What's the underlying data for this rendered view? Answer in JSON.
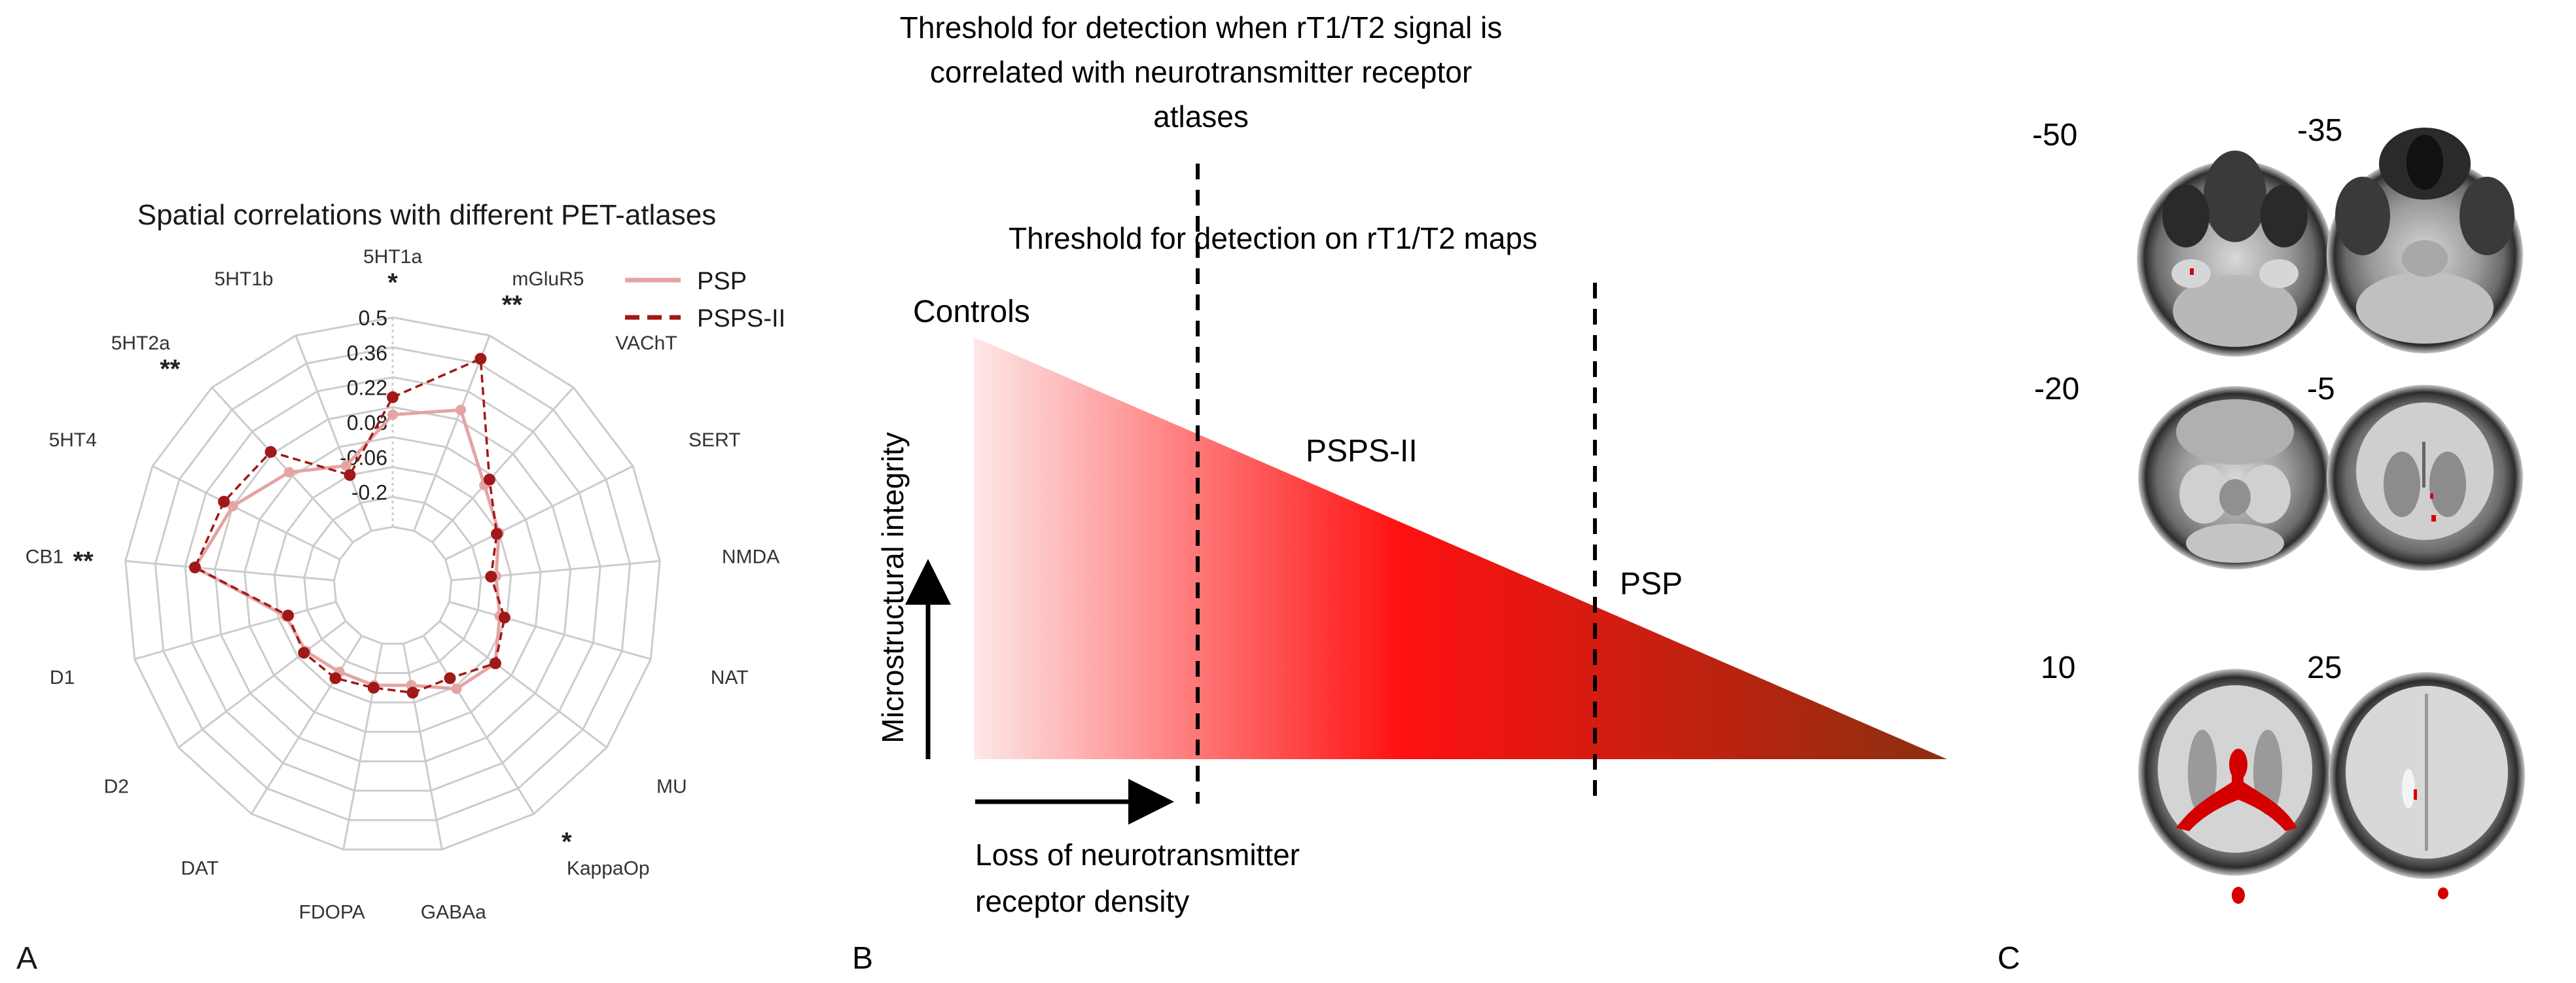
{
  "panel_labels": {
    "a": "A",
    "b": "B",
    "c": "C"
  },
  "chart_data": [
    {
      "type": "radar",
      "title": "Spatial correlations with different PET-atlases",
      "axes": [
        "5HT1a",
        "mGluR5",
        "VAChT",
        "SERT",
        "NMDA",
        "NAT",
        "MU",
        "KappaOp",
        "GABAa",
        "FDOPA",
        "DAT",
        "D2",
        "D1",
        "CB1",
        "5HT4",
        "5HT2a",
        "5HT1b"
      ],
      "significance": [
        "*",
        "**",
        "",
        "",
        "",
        "",
        "",
        "*",
        "",
        "",
        "",
        "",
        "",
        "**",
        "",
        "**",
        ""
      ],
      "radial_ticks": [
        "0.5",
        "0.36",
        "0.22",
        "0.08",
        "-0.06",
        "-0.2"
      ],
      "r_range": [
        -0.34,
        0.5
      ],
      "legend_position": "top-right",
      "grid": true,
      "series": [
        {
          "name": "PSP",
          "color": "#e4a4a4",
          "line": "solid",
          "values": [
            0.11,
            0.18,
            -0.03,
            -0.1,
            -0.16,
            -0.13,
            -0.06,
            -0.09,
            -0.17,
            -0.17,
            -0.17,
            -0.14,
            -0.13,
            0.22,
            0.14,
            0.04,
            -0.06
          ]
        },
        {
          "name": "PSPS-II",
          "color": "#a01818",
          "line": "dashed",
          "values": [
            0.18,
            0.4,
            0.0,
            -0.11,
            -0.18,
            -0.11,
            -0.06,
            -0.14,
            -0.14,
            -0.16,
            -0.14,
            -0.13,
            -0.14,
            0.22,
            0.18,
            0.15,
            -0.1
          ]
        }
      ]
    }
  ],
  "panel_b": {
    "title_line1": "Threshold for detection when rT1/T2 signal is",
    "title_line2": "correlated with neurotransmitter receptor",
    "title_line3": "atlases",
    "threshold2_label": "Threshold for detection on rT1/T2 maps",
    "controls_label": "Controls",
    "psps_label": "PSPS-II",
    "psp_label": "PSP",
    "y_label": "Microstructural integrity",
    "x_label_line1": "Loss of neurotransmitter",
    "x_label_line2": "receptor density",
    "gradient_colors": [
      "#fde8e8",
      "#ff1010",
      "#8a3010"
    ]
  },
  "panel_c": {
    "slices": [
      {
        "label": "-50"
      },
      {
        "label": "-35"
      },
      {
        "label": "-20"
      },
      {
        "label": "-5"
      },
      {
        "label": "10"
      },
      {
        "label": "25"
      }
    ]
  }
}
